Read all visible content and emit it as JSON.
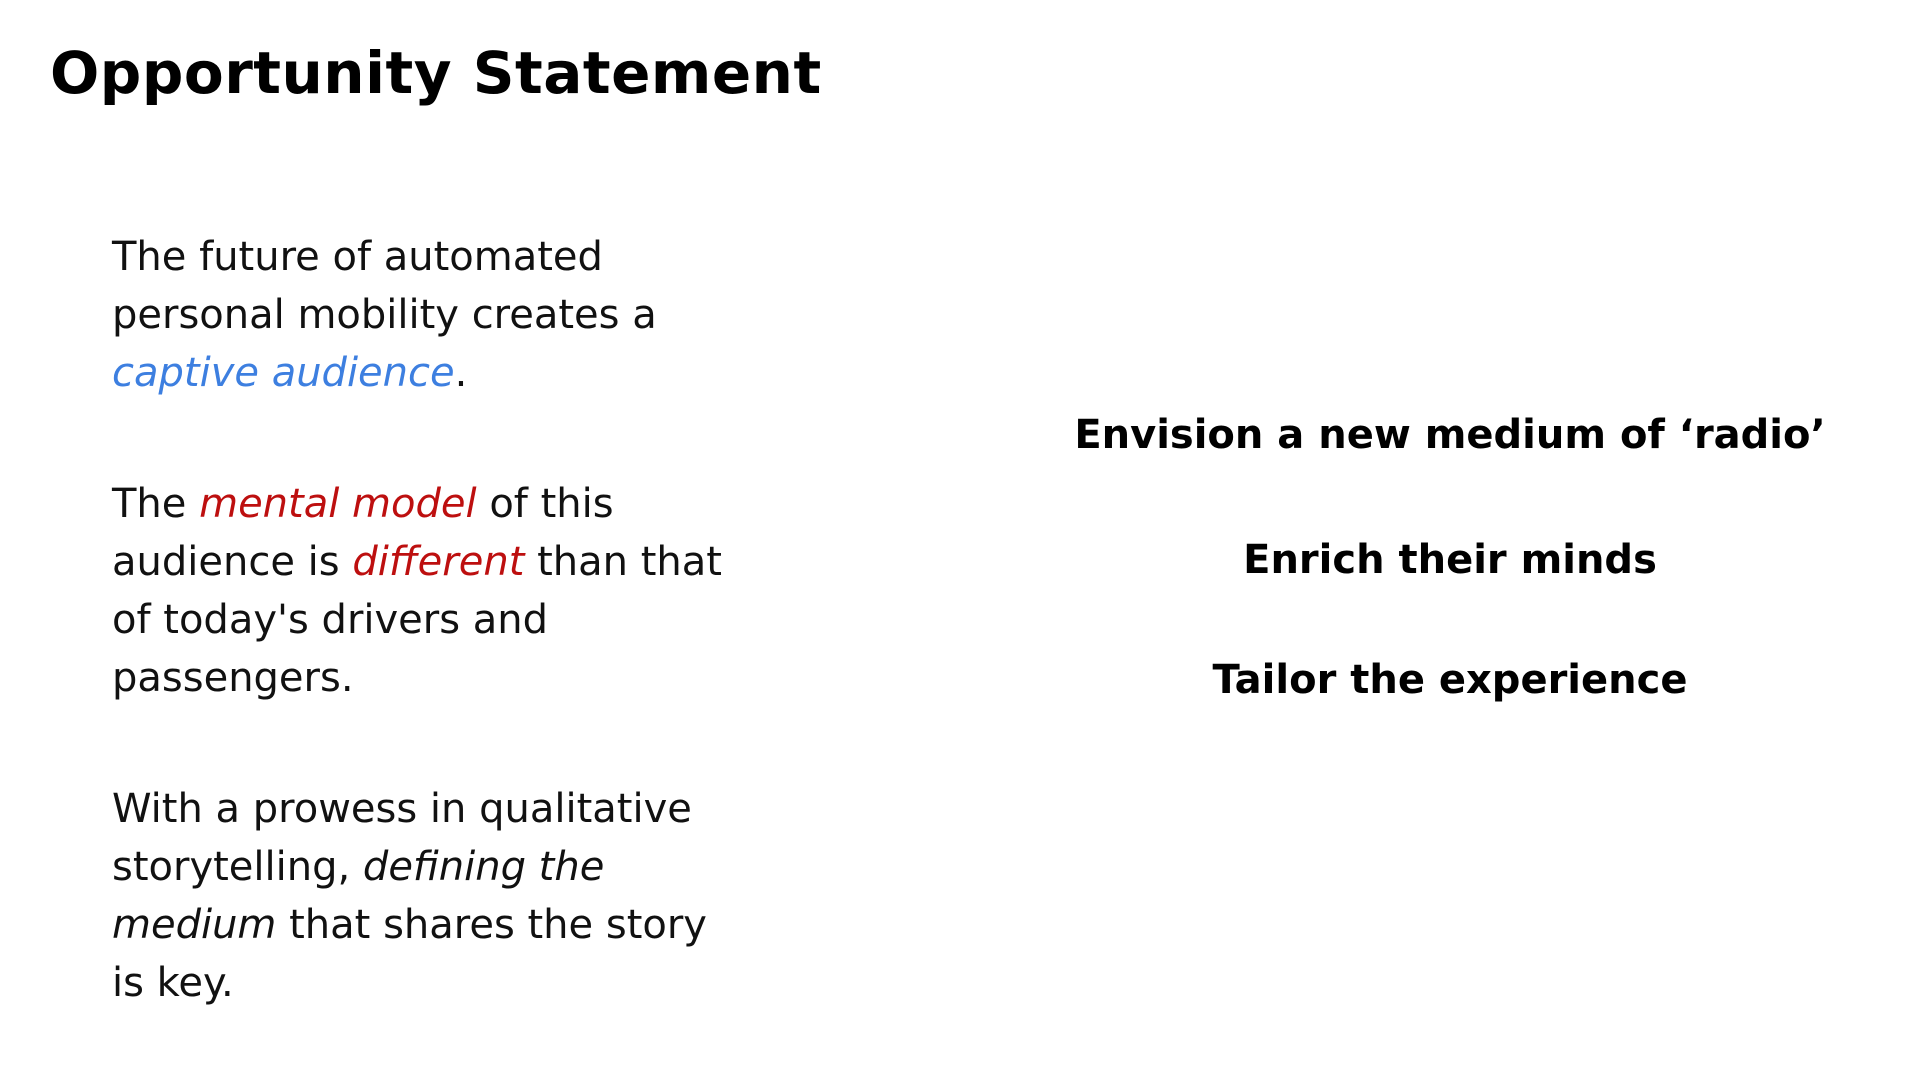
{
  "slide": {
    "title": "Opportunity Statement"
  },
  "left": {
    "p1": {
      "line1": "The future of automated",
      "line2": "personal mobility creates a",
      "emphasis": "captive audience",
      "end": "."
    },
    "p2": {
      "start": "The ",
      "emphasis1": "mental model",
      "mid1": " of this",
      "line2_start": "audience is ",
      "emphasis2": "different",
      "mid2": " than that",
      "line3": "of today's drivers and",
      "line4": "passengers."
    },
    "p3": {
      "line1": "With a prowess in qualitative",
      "line2_start": "storytelling, ",
      "emphasis1": "defining the",
      "emphasis2": "medium",
      "line3_rest": " that shares the story",
      "line4": "is key."
    }
  },
  "right": {
    "headlines": [
      "Envision a new medium of ‘radio’",
      "Enrich their minds",
      "Tailor the experience"
    ]
  },
  "colors": {
    "blue_emphasis": "#3d7fe0",
    "red_emphasis": "#bd0f0f",
    "text": "#111111",
    "background": "#ffffff"
  }
}
